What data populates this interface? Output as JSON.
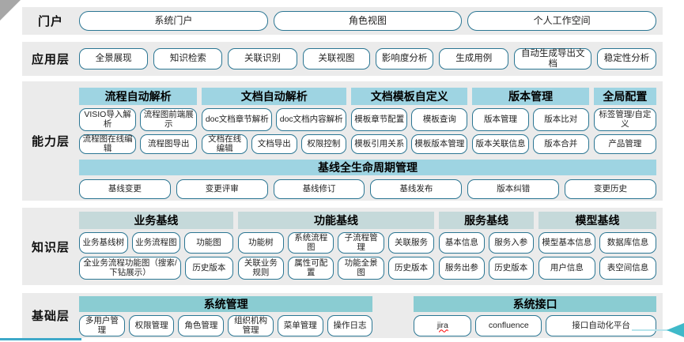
{
  "colors": {
    "band_background": "#ebebeb",
    "capability_header": "#9ed4e2",
    "knowledge_header": "#c5d9da",
    "foundation_header": "#8accd2",
    "box_border": "#2b7693",
    "accent_arrow": "#3fb9c9",
    "bottom_line": "#3fa9c9"
  },
  "layers": {
    "portal": {
      "label": "门户",
      "buttons": [
        "系统门户",
        "角色视图",
        "个人工作空间"
      ]
    },
    "application": {
      "label": "应用层",
      "buttons": [
        "全景展现",
        "知识检索",
        "关联识别",
        "关联视图",
        "影响度分析",
        "生成用例",
        "自动生成导出文档",
        "稳定性分析"
      ]
    },
    "capability": {
      "label": "能力层",
      "groups": [
        {
          "title": "流程自动解析",
          "rows": [
            [
              "VISIO导入解析",
              "流程图前端展示"
            ],
            [
              "流程图在线编辑",
              "流程图导出"
            ]
          ]
        },
        {
          "title": "文档自动解析",
          "rows": [
            [
              "doc文档章节解析",
              "doc文档内容解析"
            ],
            [
              "文档在线编辑",
              "文档导出",
              "权限控制"
            ]
          ]
        },
        {
          "title": "文档模板自定义",
          "rows": [
            [
              "模板章节配置",
              "模板查询"
            ],
            [
              "模板引用关系",
              "模板版本管理"
            ]
          ]
        },
        {
          "title": "版本管理",
          "rows": [
            [
              "版本管理",
              "版本比对"
            ],
            [
              "版本关联信息",
              "版本合并"
            ]
          ]
        },
        {
          "title": "全局配置",
          "rows": [
            [
              "标签管理/自定义"
            ],
            [
              "产品管理"
            ]
          ]
        }
      ],
      "baseline": {
        "title": "基线全生命周期管理",
        "buttons": [
          "基线变更",
          "变更评审",
          "基线修订",
          "基线发布",
          "版本纠错",
          "变更历史"
        ]
      }
    },
    "knowledge": {
      "label": "知识层",
      "groups": [
        {
          "title": "业务基线",
          "rows": [
            [
              "业务基线树",
              "业务流程图",
              "功能图"
            ],
            [
              "全业务流程功能图（搜索/下钻展示）",
              "历史版本"
            ]
          ]
        },
        {
          "title": "功能基线",
          "rows": [
            [
              "功能树",
              "系统流程图",
              "子流程管理",
              "关联服务"
            ],
            [
              "关联业务规则",
              "属性可配置",
              "功能全景图",
              "历史版本"
            ]
          ]
        },
        {
          "title": "服务基线",
          "rows": [
            [
              "基本信息",
              "服务入参"
            ],
            [
              "服务出参",
              "历史版本"
            ]
          ]
        },
        {
          "title": "模型基线",
          "rows": [
            [
              "模型基本信息",
              "数据库信息"
            ],
            [
              "用户信息",
              "表空间信息"
            ]
          ]
        }
      ]
    },
    "foundation": {
      "label": "基础层",
      "groups": [
        {
          "title": "系统管理",
          "buttons": [
            "多用户管理",
            "权限管理",
            "角色管理",
            "组织机构管理",
            "菜单管理",
            "操作日志"
          ]
        },
        {
          "title": "系统接口",
          "buttons": [
            "jira",
            "confluence",
            "接口自动化平台"
          ]
        }
      ]
    }
  }
}
